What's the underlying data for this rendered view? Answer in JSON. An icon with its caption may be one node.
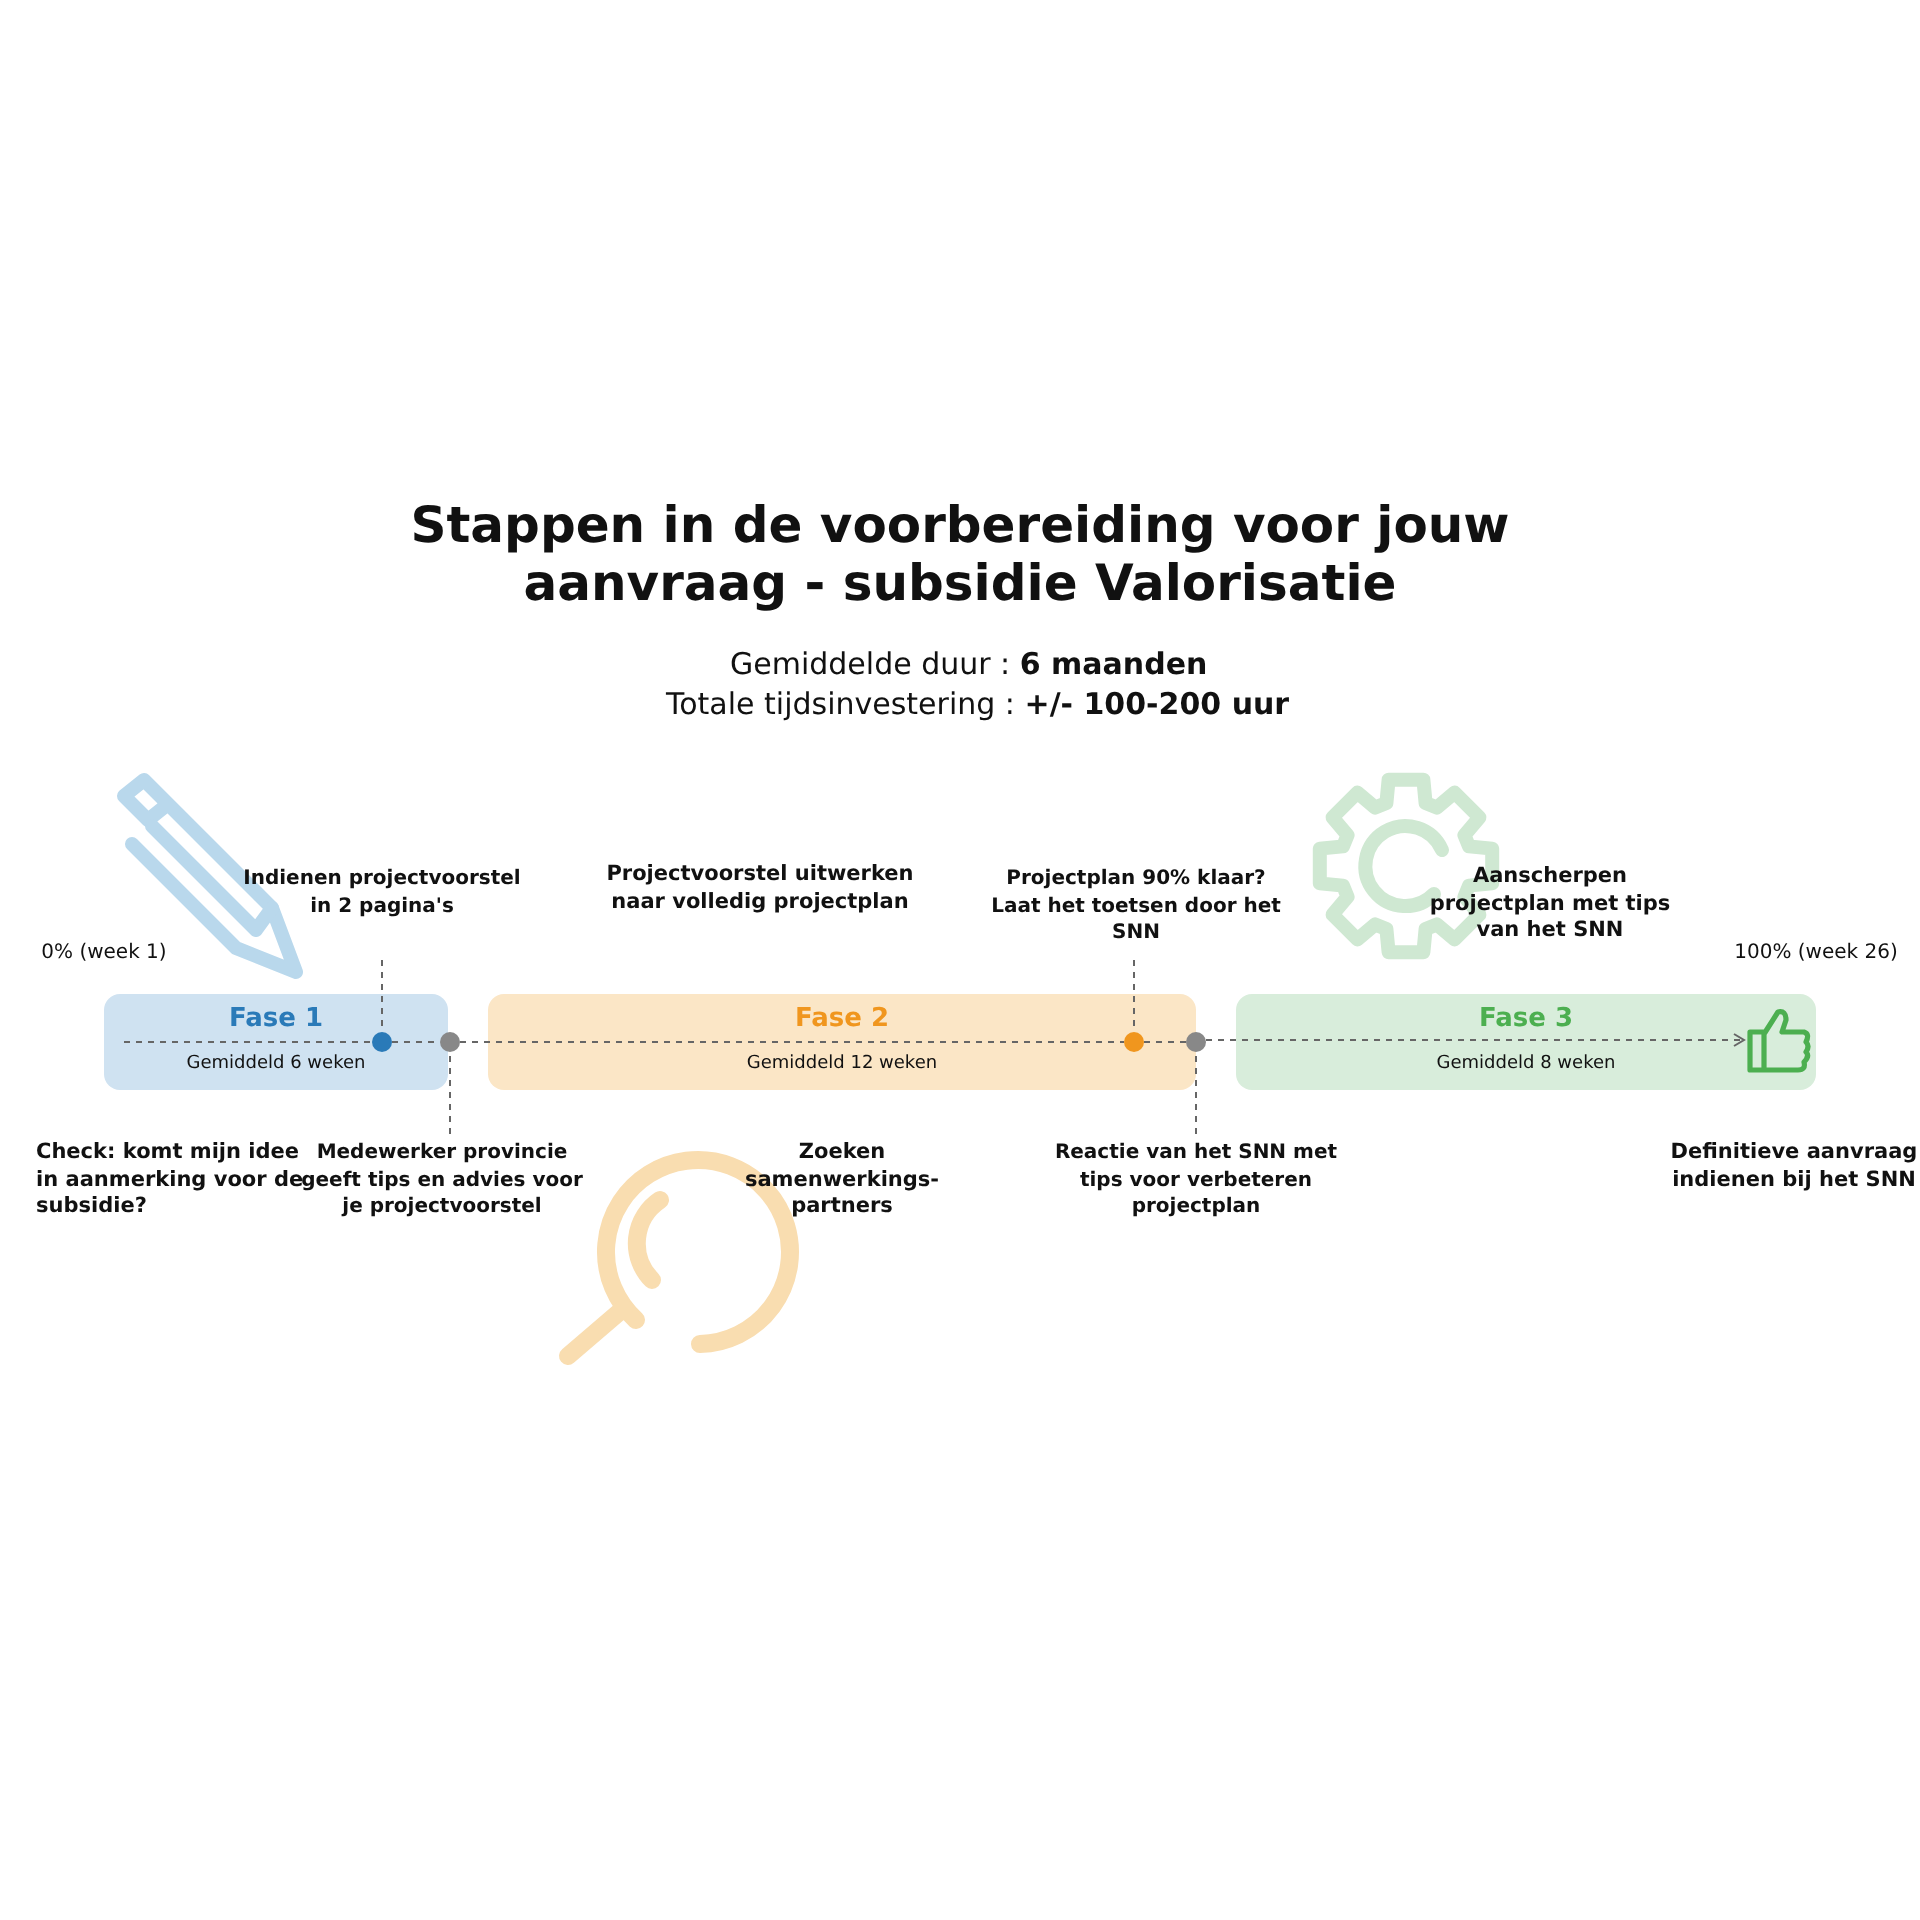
{
  "diagram": {
    "title": "Stappen in de voorbereiding voor jouw aanvraag - subsidie Valorisatie",
    "nodes": [
      {
        "text": [
          "Fase 1",
          "Gemiddeld 6 weken"
        ]
      },
      {
        "text": [],
        "shape": "circle",
        "in": 0
      },
      {
        "text": [],
        "shape": "circle"
      },
      {
        "text": [
          "Fase 2",
          "Gemiddeld 12 weken"
        ]
      },
      {
        "text": [],
        "shape": "circle",
        "in": 3
      },
      {
        "text": [],
        "shape": "circle"
      },
      {
        "text": [
          "Fase 3",
          "Gemiddeld 8 weken"
        ]
      },
      {
        "text": [],
        "shape": "thumb",
        "in": 6
      },
      {
        "text": [
          "Indienen projectvoorstel in 2 pagina's"
        ]
      },
      {
        "text": [
          "Medewerker provincie geeft tips en advies voor je projectvoorstel"
        ]
      },
      {
        "text": [
          "Projectplan 90% klaar? Laat het toetsen door het SNN"
        ]
      },
      {
        "text": [
          "Reactie van het SNN met tips voor verbeteren projectplan"
        ]
      }
    ],
    "edges": [
      {
        "from": null,
        "to": 1,
        "arrow": "none",
        "style": "dashed"
      },
      {
        "from": 1,
        "to": 2,
        "arrow": "none",
        "style": "dashed"
      },
      {
        "from": 2,
        "to": 4,
        "arrow": "none",
        "style": "dashed"
      },
      {
        "from": 4,
        "to": 5,
        "arrow": "none",
        "style": "dashed"
      },
      {
        "from": 5,
        "to": 7,
        "arrow": "to",
        "style": "dashed"
      },
      {
        "from": 8,
        "to": 1,
        "arrow": "none",
        "style": "dashed"
      },
      {
        "from": 9,
        "to": 2,
        "arrow": "none",
        "style": "dashed"
      },
      {
        "from": 10,
        "to": 4,
        "arrow": "none",
        "style": "dashed"
      },
      {
        "from": 11,
        "to": 5,
        "arrow": "none",
        "style": "dashed"
      }
    ],
    "labels": [
      "Gemiddelde duur : **6 maanden**",
      "Totale tijdsinvestering : **+/- 100-200 uur**",
      "0% (week 1)",
      "Projectvoorstel uitwerken naar volledig projectplan",
      "Aanscherpen projectplan met tips van het SNN",
      "100% (week 26)",
      "Check: komt mijn idee in aanmerking voor de subsidie?",
      "Zoeken samenwerkings- partners",
      "Definitieve aanvraag indienen bij het SNN"
    ]
  }
}
